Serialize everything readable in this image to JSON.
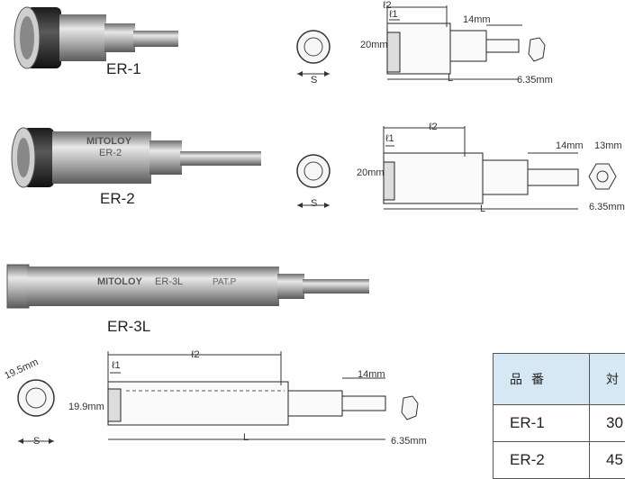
{
  "products": [
    {
      "label": "ER-1"
    },
    {
      "label": "ER-2",
      "brand": "MITOLOY",
      "marking": "ER-2"
    },
    {
      "label": "ER-3L",
      "brand": "MITOLOY",
      "marking": "ER-3L",
      "patent": "PAT.P"
    }
  ],
  "diagram_er1": {
    "l2": "ℓ2",
    "l1": "ℓ1",
    "hex": "14mm",
    "height": "20mm",
    "length": "L",
    "shank": "6.35mm",
    "socket": "S"
  },
  "diagram_er2": {
    "l2": "ℓ2",
    "l1": "ℓ1",
    "hex": "14mm",
    "end_hex": "13mm",
    "height": "20mm",
    "length": "L",
    "shank": "6.35mm",
    "socket": "S"
  },
  "diagram_er3": {
    "l2": "ℓ2",
    "l1": "ℓ1",
    "hex": "14mm",
    "diameter": "19.5mm",
    "height": "19.9mm",
    "length": "L",
    "shank": "6.35mm",
    "socket": "S"
  },
  "table": {
    "header": [
      "品番",
      "対"
    ],
    "rows": [
      [
        "ER-1",
        "30"
      ],
      [
        "ER-2",
        "45"
      ]
    ]
  }
}
